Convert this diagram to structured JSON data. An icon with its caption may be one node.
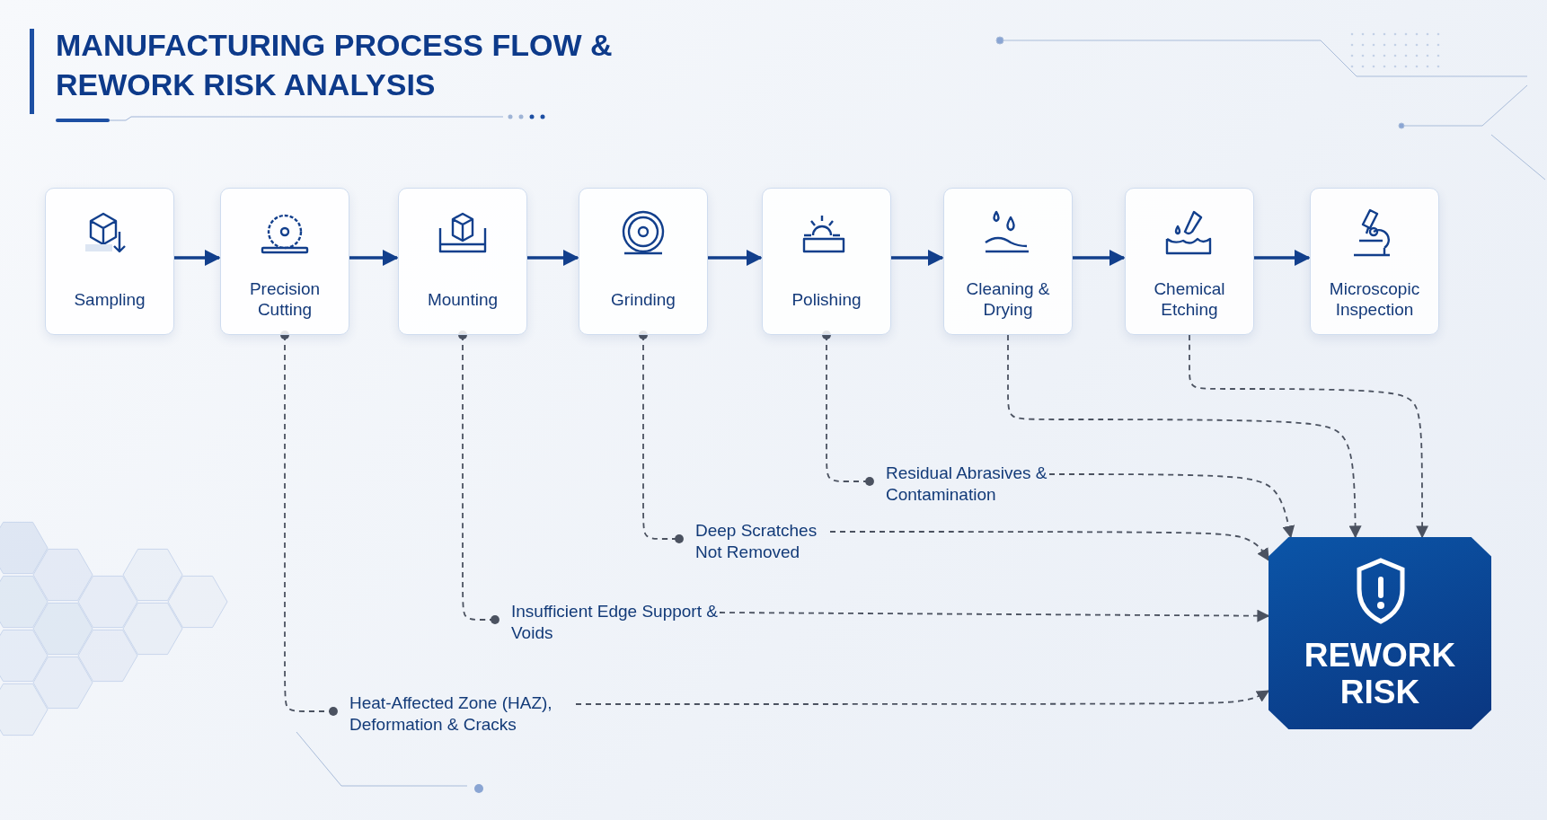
{
  "diagram": {
    "title": "MANUFACTURING PROCESS FLOW & REWORK RISK ANALYSIS",
    "nodes": [
      {
        "text": [
          "Sampling"
        ]
      },
      {
        "text": [
          "Precision Cutting"
        ]
      },
      {
        "text": [
          "Mounting"
        ]
      },
      {
        "text": [
          "Grinding"
        ]
      },
      {
        "text": [
          "Polishing"
        ]
      },
      {
        "text": [
          "Cleaning & Drying"
        ]
      },
      {
        "text": [
          "Chemical Etching"
        ]
      },
      {
        "text": [
          "Microscopic Inspection"
        ]
      },
      {
        "text": [
          "REWORK RISK"
        ]
      },
      {
        "text": [
          "Residual Abrasives & Contamination"
        ]
      },
      {
        "text": [
          "Deep Scratches Not Removed"
        ]
      },
      {
        "text": [
          "Insufficient Edge Support & Voids"
        ]
      },
      {
        "text": [
          "Heat-Affected Zone (HAZ), Deformation & Cracks"
        ]
      }
    ],
    "edges": [
      {
        "from": 0,
        "to": 1,
        "arrow": "to"
      },
      {
        "from": 1,
        "to": 2,
        "arrow": "to"
      },
      {
        "from": 2,
        "to": 3,
        "arrow": "to"
      },
      {
        "from": 3,
        "to": 4,
        "arrow": "to"
      },
      {
        "from": 4,
        "to": 5,
        "arrow": "to"
      },
      {
        "from": 5,
        "to": 6,
        "arrow": "to"
      },
      {
        "from": 6,
        "to": 7,
        "arrow": "to"
      },
      {
        "from": 1,
        "to": 12,
        "arrow": "other",
        "style": "dashed",
        "color": "#4b5260"
      },
      {
        "from": 12,
        "to": 8,
        "arrow": "to",
        "style": "dashed",
        "color": "#4b5260"
      },
      {
        "from": 2,
        "to": 11,
        "arrow": "other",
        "style": "dashed",
        "color": "#4b5260"
      },
      {
        "from": 11,
        "to": 8,
        "arrow": "to",
        "style": "dashed",
        "color": "#4b5260"
      },
      {
        "from": 3,
        "to": 10,
        "arrow": "other",
        "style": "dashed",
        "color": "#4b5260"
      },
      {
        "from": 10,
        "to": 8,
        "arrow": "to",
        "style": "dashed",
        "color": "#4b5260"
      },
      {
        "from": 4,
        "to": 9,
        "arrow": "other",
        "style": "dashed",
        "color": "#4b5260"
      },
      {
        "from": 9,
        "to": 8,
        "arrow": "to",
        "style": "dashed",
        "color": "#4b5260"
      },
      {
        "from": 5,
        "to": 8,
        "arrow": "to",
        "style": "dashed",
        "color": "#4b5260"
      },
      {
        "from": 6,
        "to": 8,
        "arrow": "to",
        "style": "dashed",
        "color": "#4b5260"
      }
    ]
  }
}
